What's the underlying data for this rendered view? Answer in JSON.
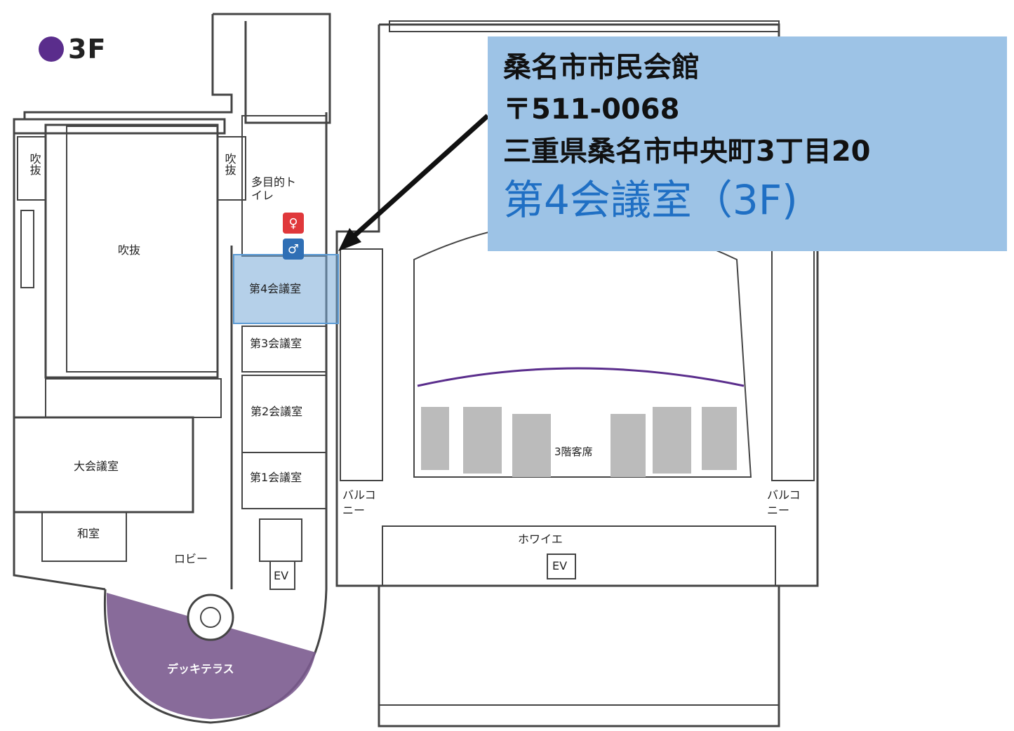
{
  "floor_label": "3F",
  "info_box": {
    "venue_name": "桑名市市民会館",
    "postal_code": "〒511-0068",
    "address": "三重県桑名市中央町3丁目20",
    "room": "第4会議室（3F)"
  },
  "rooms": {
    "fukinuke_left": "吹抜",
    "fukinuke_right": "吹抜",
    "fukinuke_center": "吹抜",
    "multipurpose_toilet": "多目的トイレ",
    "room4": "第4会議室",
    "room3": "第3会議室",
    "room2": "第2会議室",
    "room1": "第1会議室",
    "large_room": "大会議室",
    "washitsu": "和室",
    "lobby": "ロビー",
    "ev_left": "EV",
    "ev_center": "EV",
    "balcony_left": "バルコニー",
    "balcony_right": "バルコニー",
    "seats_3f": "3階客席",
    "foyer": "ホワイエ",
    "deck_terrace": "デッキテラス"
  },
  "colors": {
    "floor_dot": "#5a2d8c",
    "info_bg": "#9dc3e6",
    "highlight": "#5b9bd5",
    "room_text_blue": "#1f6fc4",
    "deck_purple": "#7b5b8f",
    "wc_red": "#e0383b",
    "wc_blue": "#2f6fb5"
  }
}
